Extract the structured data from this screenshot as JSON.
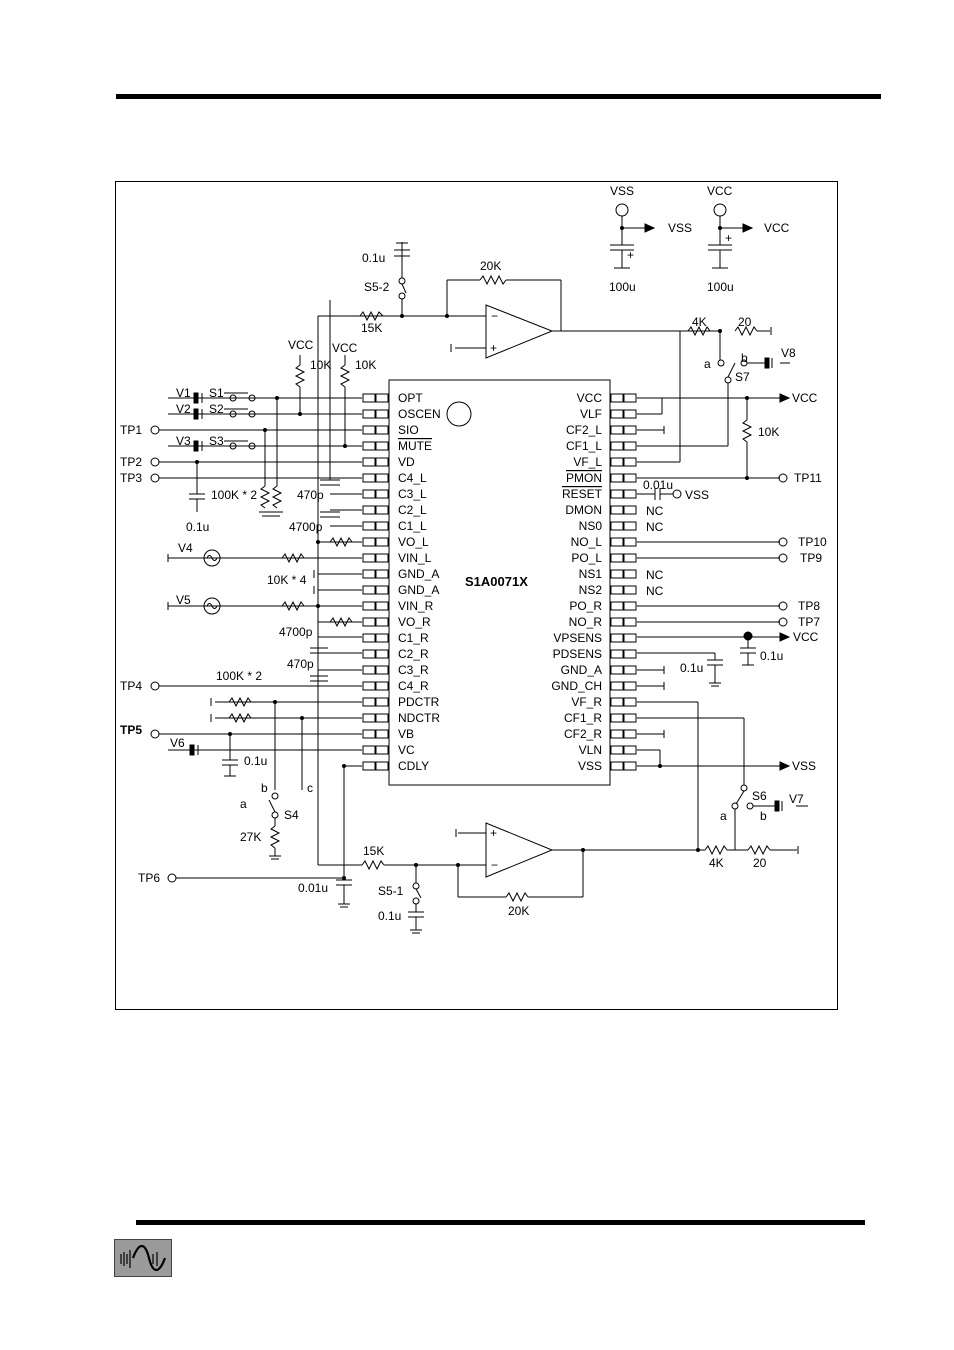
{
  "chip": {
    "name": "S1A0071X"
  },
  "pins_left": [
    "OPT",
    "OSCEN",
    "SIO",
    "MUTE",
    "VD",
    "C4_L",
    "C3_L",
    "C2_L",
    "C1_L",
    "VO_L",
    "VIN_L",
    "GND_A",
    "GND_A",
    "VIN_R",
    "VO_R",
    "C1_R",
    "C2_R",
    "C3_R",
    "C4_R",
    "PDCTR",
    "NDCTR",
    "VB",
    "VC",
    "CDLY"
  ],
  "pins_right": [
    "VCC",
    "VLF",
    "CF2_L",
    "CF1_L",
    "VF_L",
    "PMON",
    "RESET",
    "DMON",
    "NS0",
    "NO_L",
    "PO_L",
    "NS1",
    "NS2",
    "PO_R",
    "NO_R",
    "VPSENS",
    "PDSENS",
    "GND_A",
    "GND_CH",
    "VF_R",
    "CF1_R",
    "CF2_R",
    "VLN",
    "VSS"
  ],
  "labels": {
    "vss": "VSS",
    "vcc": "VCC",
    "cap100u": "100u",
    "s52": "S5-2",
    "s51": "S5-1",
    "cap01u": "0.1u",
    "cap001u": "0.01u",
    "r20k": "20K",
    "r15k": "15K",
    "r4k": "4K",
    "r20": "20",
    "r10k": "10K",
    "r27k": "27K",
    "v1": "V1",
    "v2": "V2",
    "v3": "V3",
    "v4": "V4",
    "v5": "V5",
    "v6": "V6",
    "v7": "V7",
    "v8": "V8",
    "s1": "S1",
    "s2": "S2",
    "s3": "S3",
    "s4": "S4",
    "s6": "S6",
    "s7": "S7",
    "tp1": "TP1",
    "tp2": "TP2",
    "tp3": "TP3",
    "tp4": "TP4",
    "tp5": "TP5",
    "tp6": "TP6",
    "tp7": "TP7",
    "tp8": "TP8",
    "tp9": "TP9",
    "tp10": "TP10",
    "tp11": "TP11",
    "r100k2": "100K * 2",
    "r10k4": "10K * 4",
    "c470p": "470p",
    "c4700p": "4700p",
    "nc": "NC",
    "a": "a",
    "b": "b",
    "c": "c",
    "plus": "+",
    "minus": "−"
  }
}
